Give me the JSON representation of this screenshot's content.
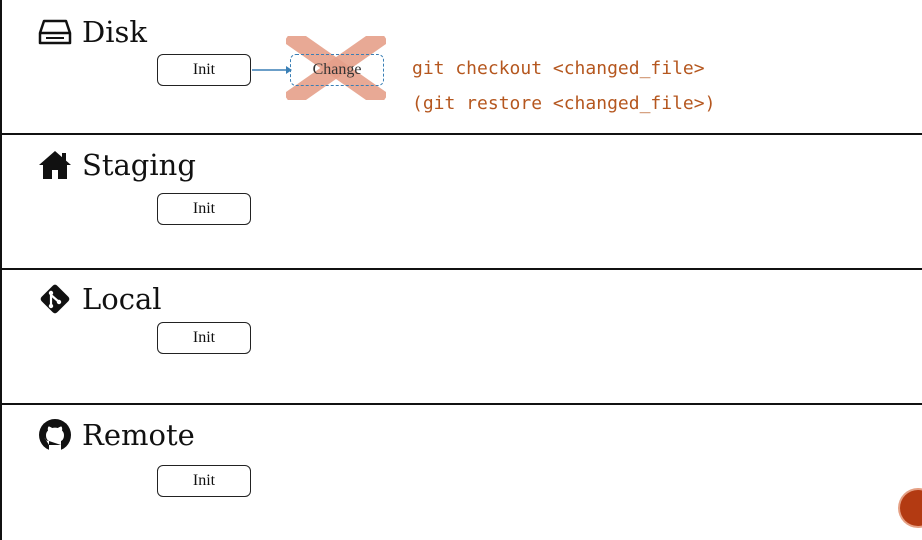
{
  "lanes": [
    {
      "label": "Disk",
      "icon": "disk-icon",
      "node_label": "Init"
    },
    {
      "label": "Staging",
      "icon": "home-icon",
      "node_label": "Init"
    },
    {
      "label": "Local",
      "icon": "git-icon",
      "node_label": "Init"
    },
    {
      "label": "Remote",
      "icon": "github-icon",
      "node_label": "Init"
    }
  ],
  "disk": {
    "change_label": "Change",
    "command_1": "git checkout <changed_file>",
    "command_2": "(git restore <changed_file>)"
  },
  "colors": {
    "command_text": "#b5571f",
    "cross": "#e6a08a",
    "change_border": "#3a7fb5",
    "arrow": "#3a7fb5",
    "corner_dot": "#b33a12"
  }
}
